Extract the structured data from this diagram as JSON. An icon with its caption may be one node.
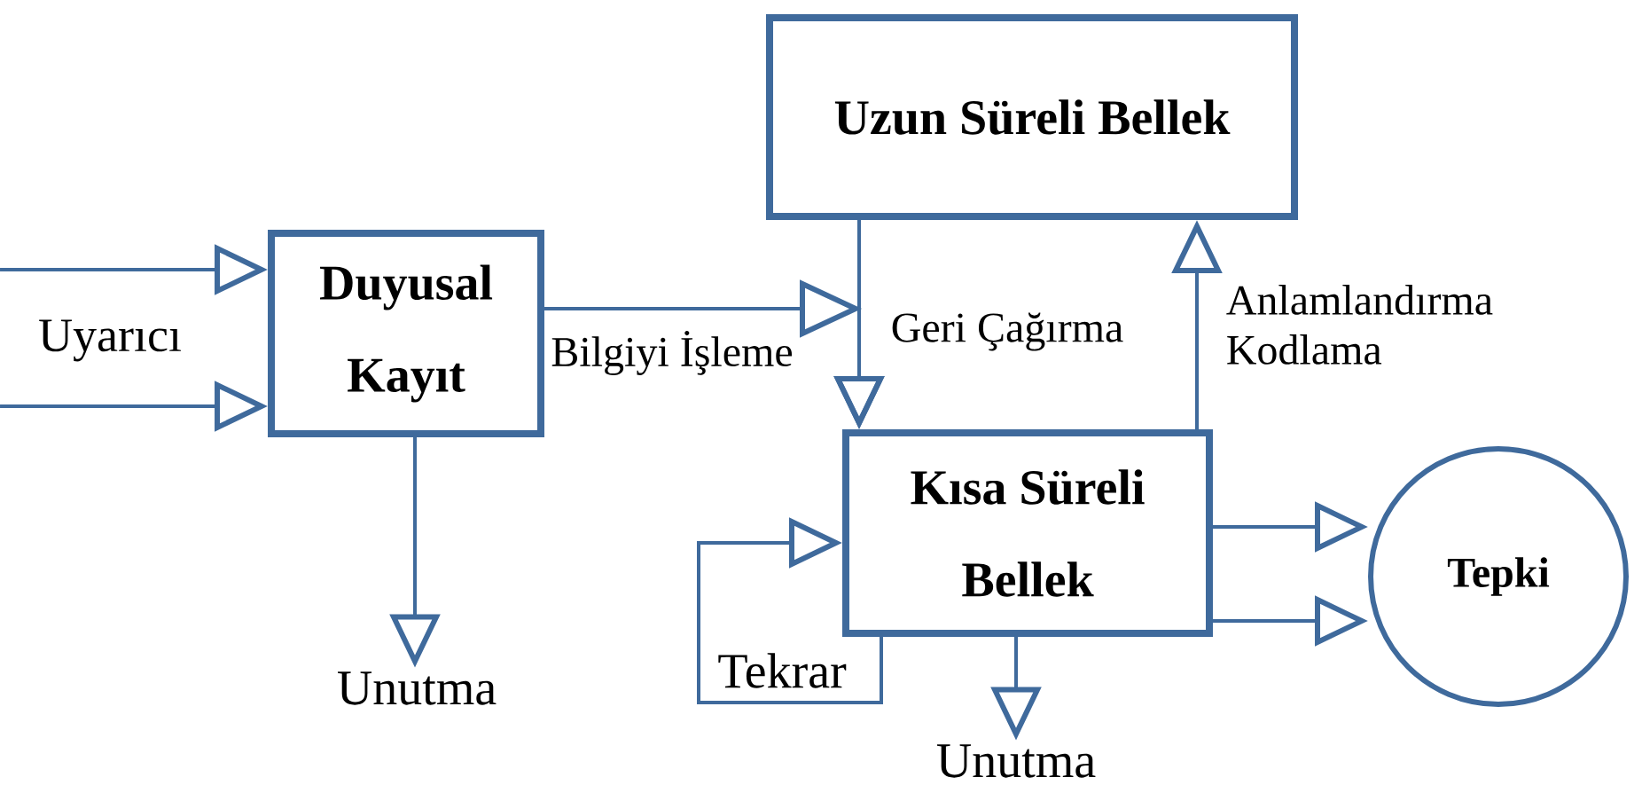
{
  "diagram": {
    "nodes": [
      {
        "text": [
          "Uzun Süreli Bellek"
        ]
      },
      {
        "text": [
          "Duyusal Kayıt"
        ]
      },
      {
        "text": [
          "Kısa Süreli Bellek"
        ]
      },
      {
        "text": [
          "Tepki"
        ]
      },
      {
        "text": [
          "Unutma"
        ]
      },
      {
        "text": [
          "Unutma"
        ]
      }
    ],
    "edges": [
      {
        "from": null,
        "to": 1,
        "arrow": "to"
      },
      {
        "from": null,
        "to": 1,
        "arrow": "to"
      },
      {
        "from": 1,
        "to": 2,
        "arrow": "to",
        "label": "Bilgiyi İşleme"
      },
      {
        "from": 0,
        "to": 2,
        "arrow": "to",
        "label": "Geri Çağırma"
      },
      {
        "from": 2,
        "to": 0,
        "arrow": "to",
        "label": "Anlamlandırma Kodlama"
      },
      {
        "from": 1,
        "to": 4,
        "arrow": "to"
      },
      {
        "from": 2,
        "to": 2,
        "arrow": "to",
        "label": "Tekrar"
      },
      {
        "from": 2,
        "to": 3,
        "arrow": "to"
      },
      {
        "from": 2,
        "to": 3,
        "arrow": "to"
      },
      {
        "from": 2,
        "to": 5,
        "arrow": "to"
      }
    ],
    "labels": [
      "Uyarıcı"
    ]
  }
}
